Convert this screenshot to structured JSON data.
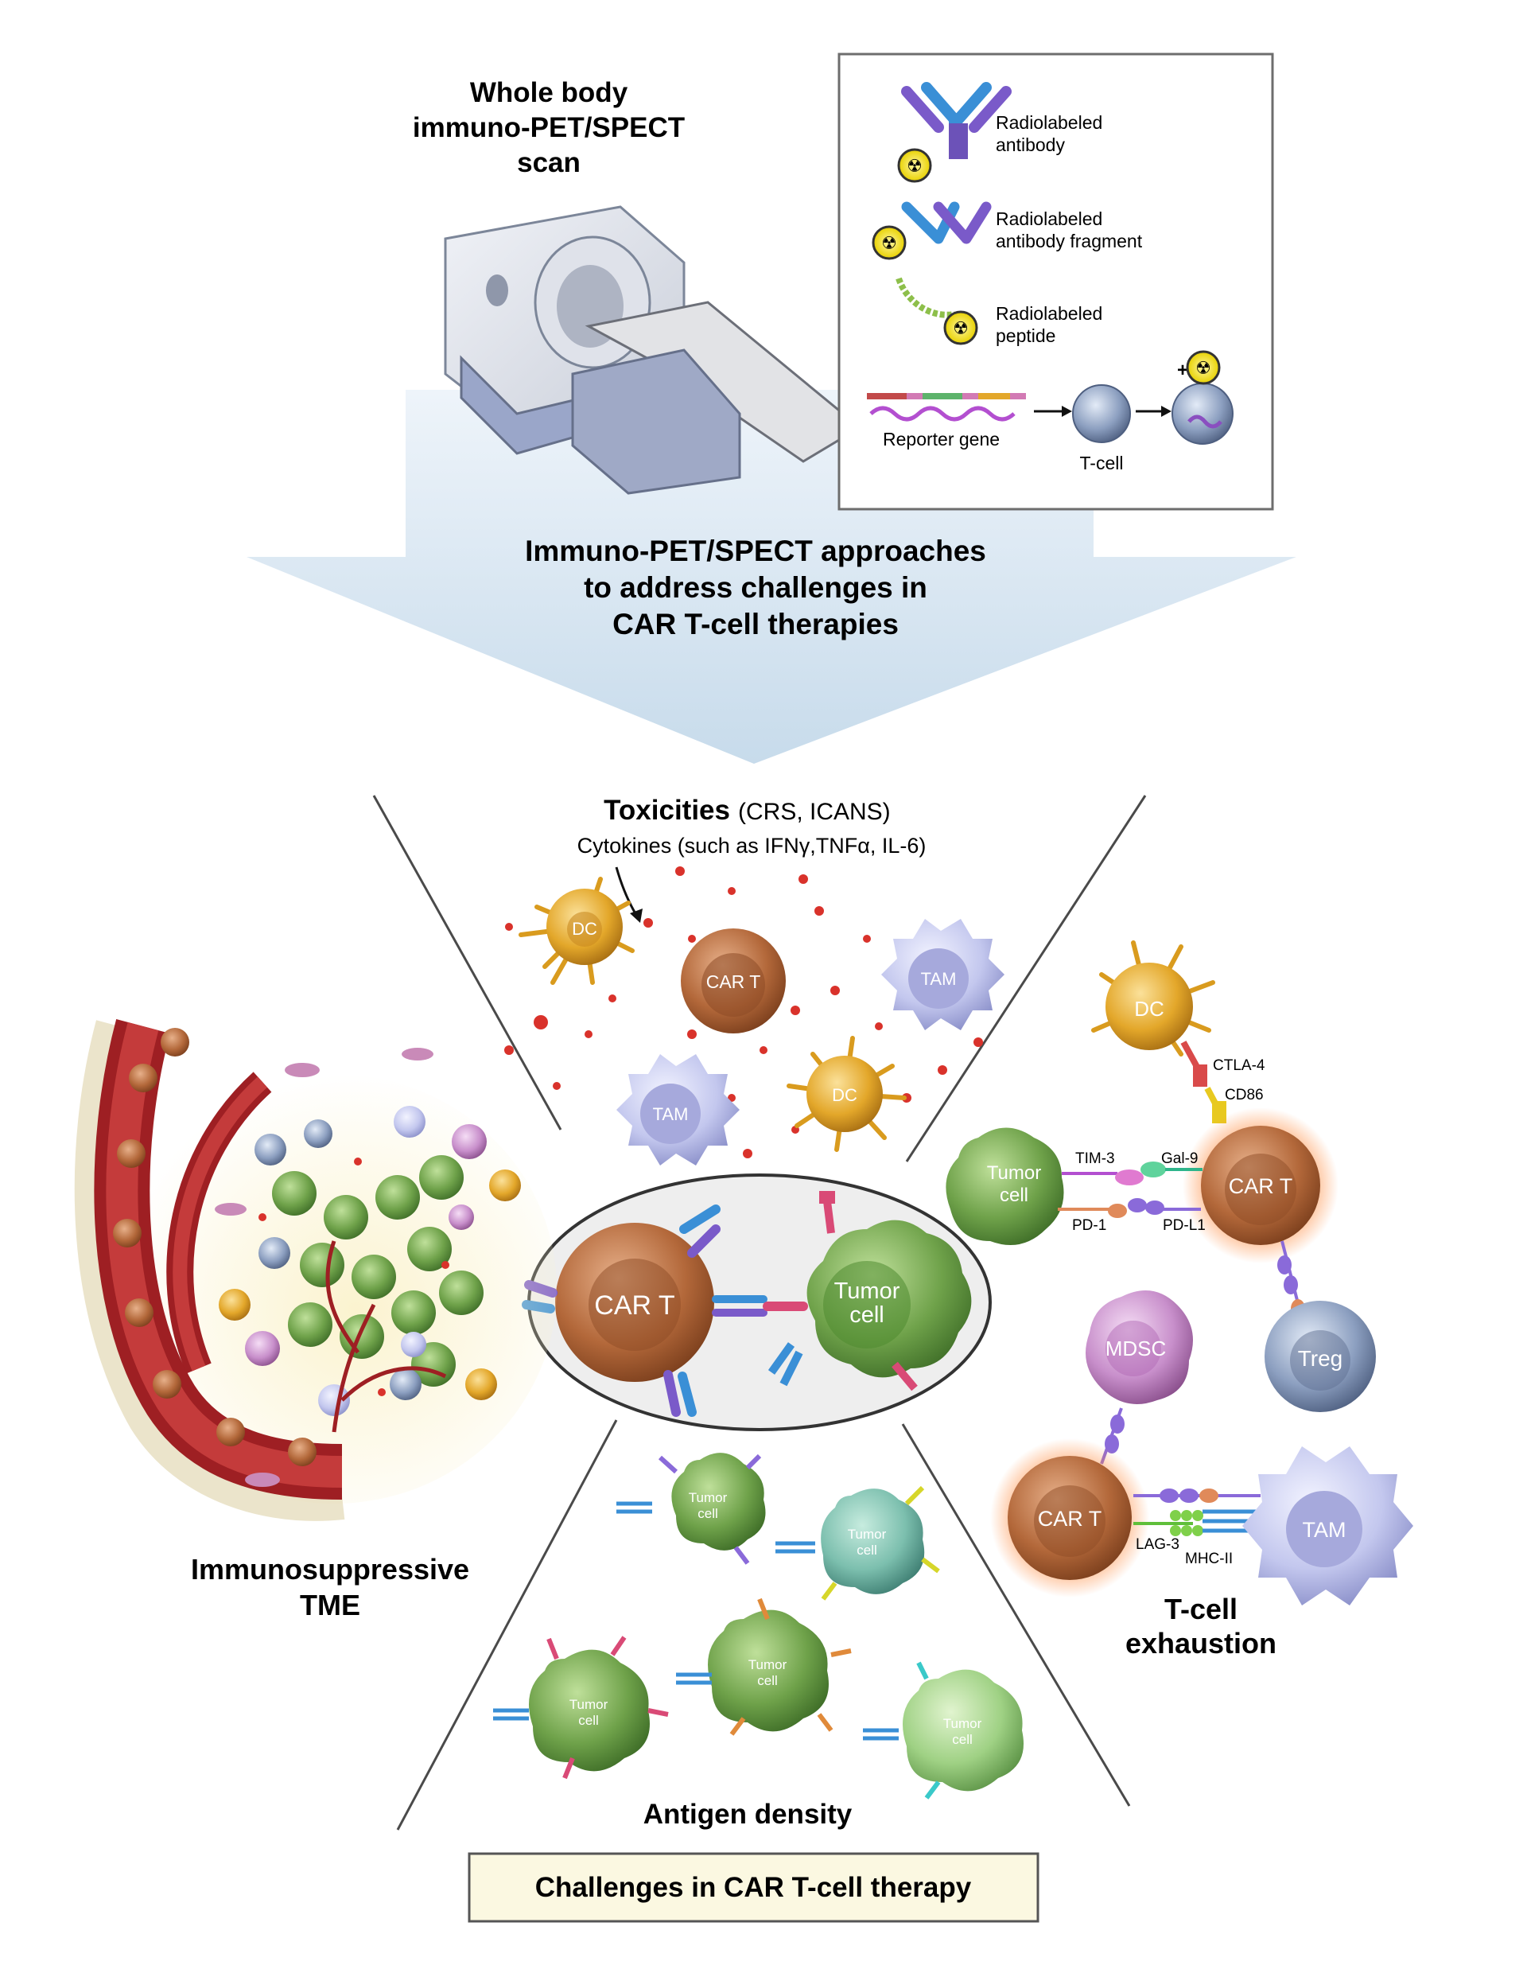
{
  "scanner": {
    "title_line1": "Whole body",
    "title_line2": "immuno-PET/SPECT",
    "title_line3": "scan"
  },
  "probes_box": {
    "antibody_line1": "Radiolabeled",
    "antibody_line2": "antibody",
    "fragment_line1": "Radiolabeled",
    "fragment_line2": "antibody fragment",
    "peptide_line1": "Radiolabeled",
    "peptide_line2": "peptide",
    "reporter_gene": "Reporter gene",
    "tcell": "T-cell",
    "plus": "+"
  },
  "arrow": {
    "line1": "Immuno-PET/SPECT approaches",
    "line2": "to address challenges in",
    "line3": "CAR T-cell therapies"
  },
  "toxicities": {
    "title": "Toxicities",
    "title_sub": "(CRS, ICANS)",
    "cytokines": "Cytokines (such as IFNγ,TNFα, IL-6)",
    "dc1": "DC",
    "cart": "CAR T",
    "tam1": "TAM",
    "tam2": "TAM",
    "dc2": "DC"
  },
  "center": {
    "cart": "CAR T",
    "tumor_line1": "Tumor",
    "tumor_line2": "cell"
  },
  "tme": {
    "label_line1": "Immunosuppressive",
    "label_line2": "TME"
  },
  "exhaustion": {
    "dc": "DC",
    "ctla4": "CTLA-4",
    "cd86": "CD86",
    "tumor_line1": "Tumor",
    "tumor_line2": "cell",
    "tim3": "TIM-3",
    "gal9": "Gal-9",
    "pd1": "PD-1",
    "pdl1": "PD-L1",
    "cart1": "CAR T",
    "treg": "Treg",
    "mdsc": "MDSC",
    "cart2": "CAR T",
    "lag3": "LAG-3",
    "mhc2": "MHC-II",
    "tam": "TAM",
    "label_line1": "T-cell",
    "label_line2": "exhaustion"
  },
  "antigen": {
    "tumor_line1": "Tumor",
    "tumor_line2": "cell",
    "label": "Antigen density"
  },
  "footer": {
    "label": "Challenges in CAR T-cell therapy"
  },
  "colors": {
    "arrow_top": "#e9f1f8",
    "arrow_bottom": "#c9dcec",
    "tumor_green": "#6fa24a",
    "cart_brown": "#b06a3c",
    "dc_gold": "#e3a72a",
    "tam_lavender": "#b8bde6",
    "vessel_red": "#9e1f23",
    "footer_bg": "#fbf8e1"
  }
}
